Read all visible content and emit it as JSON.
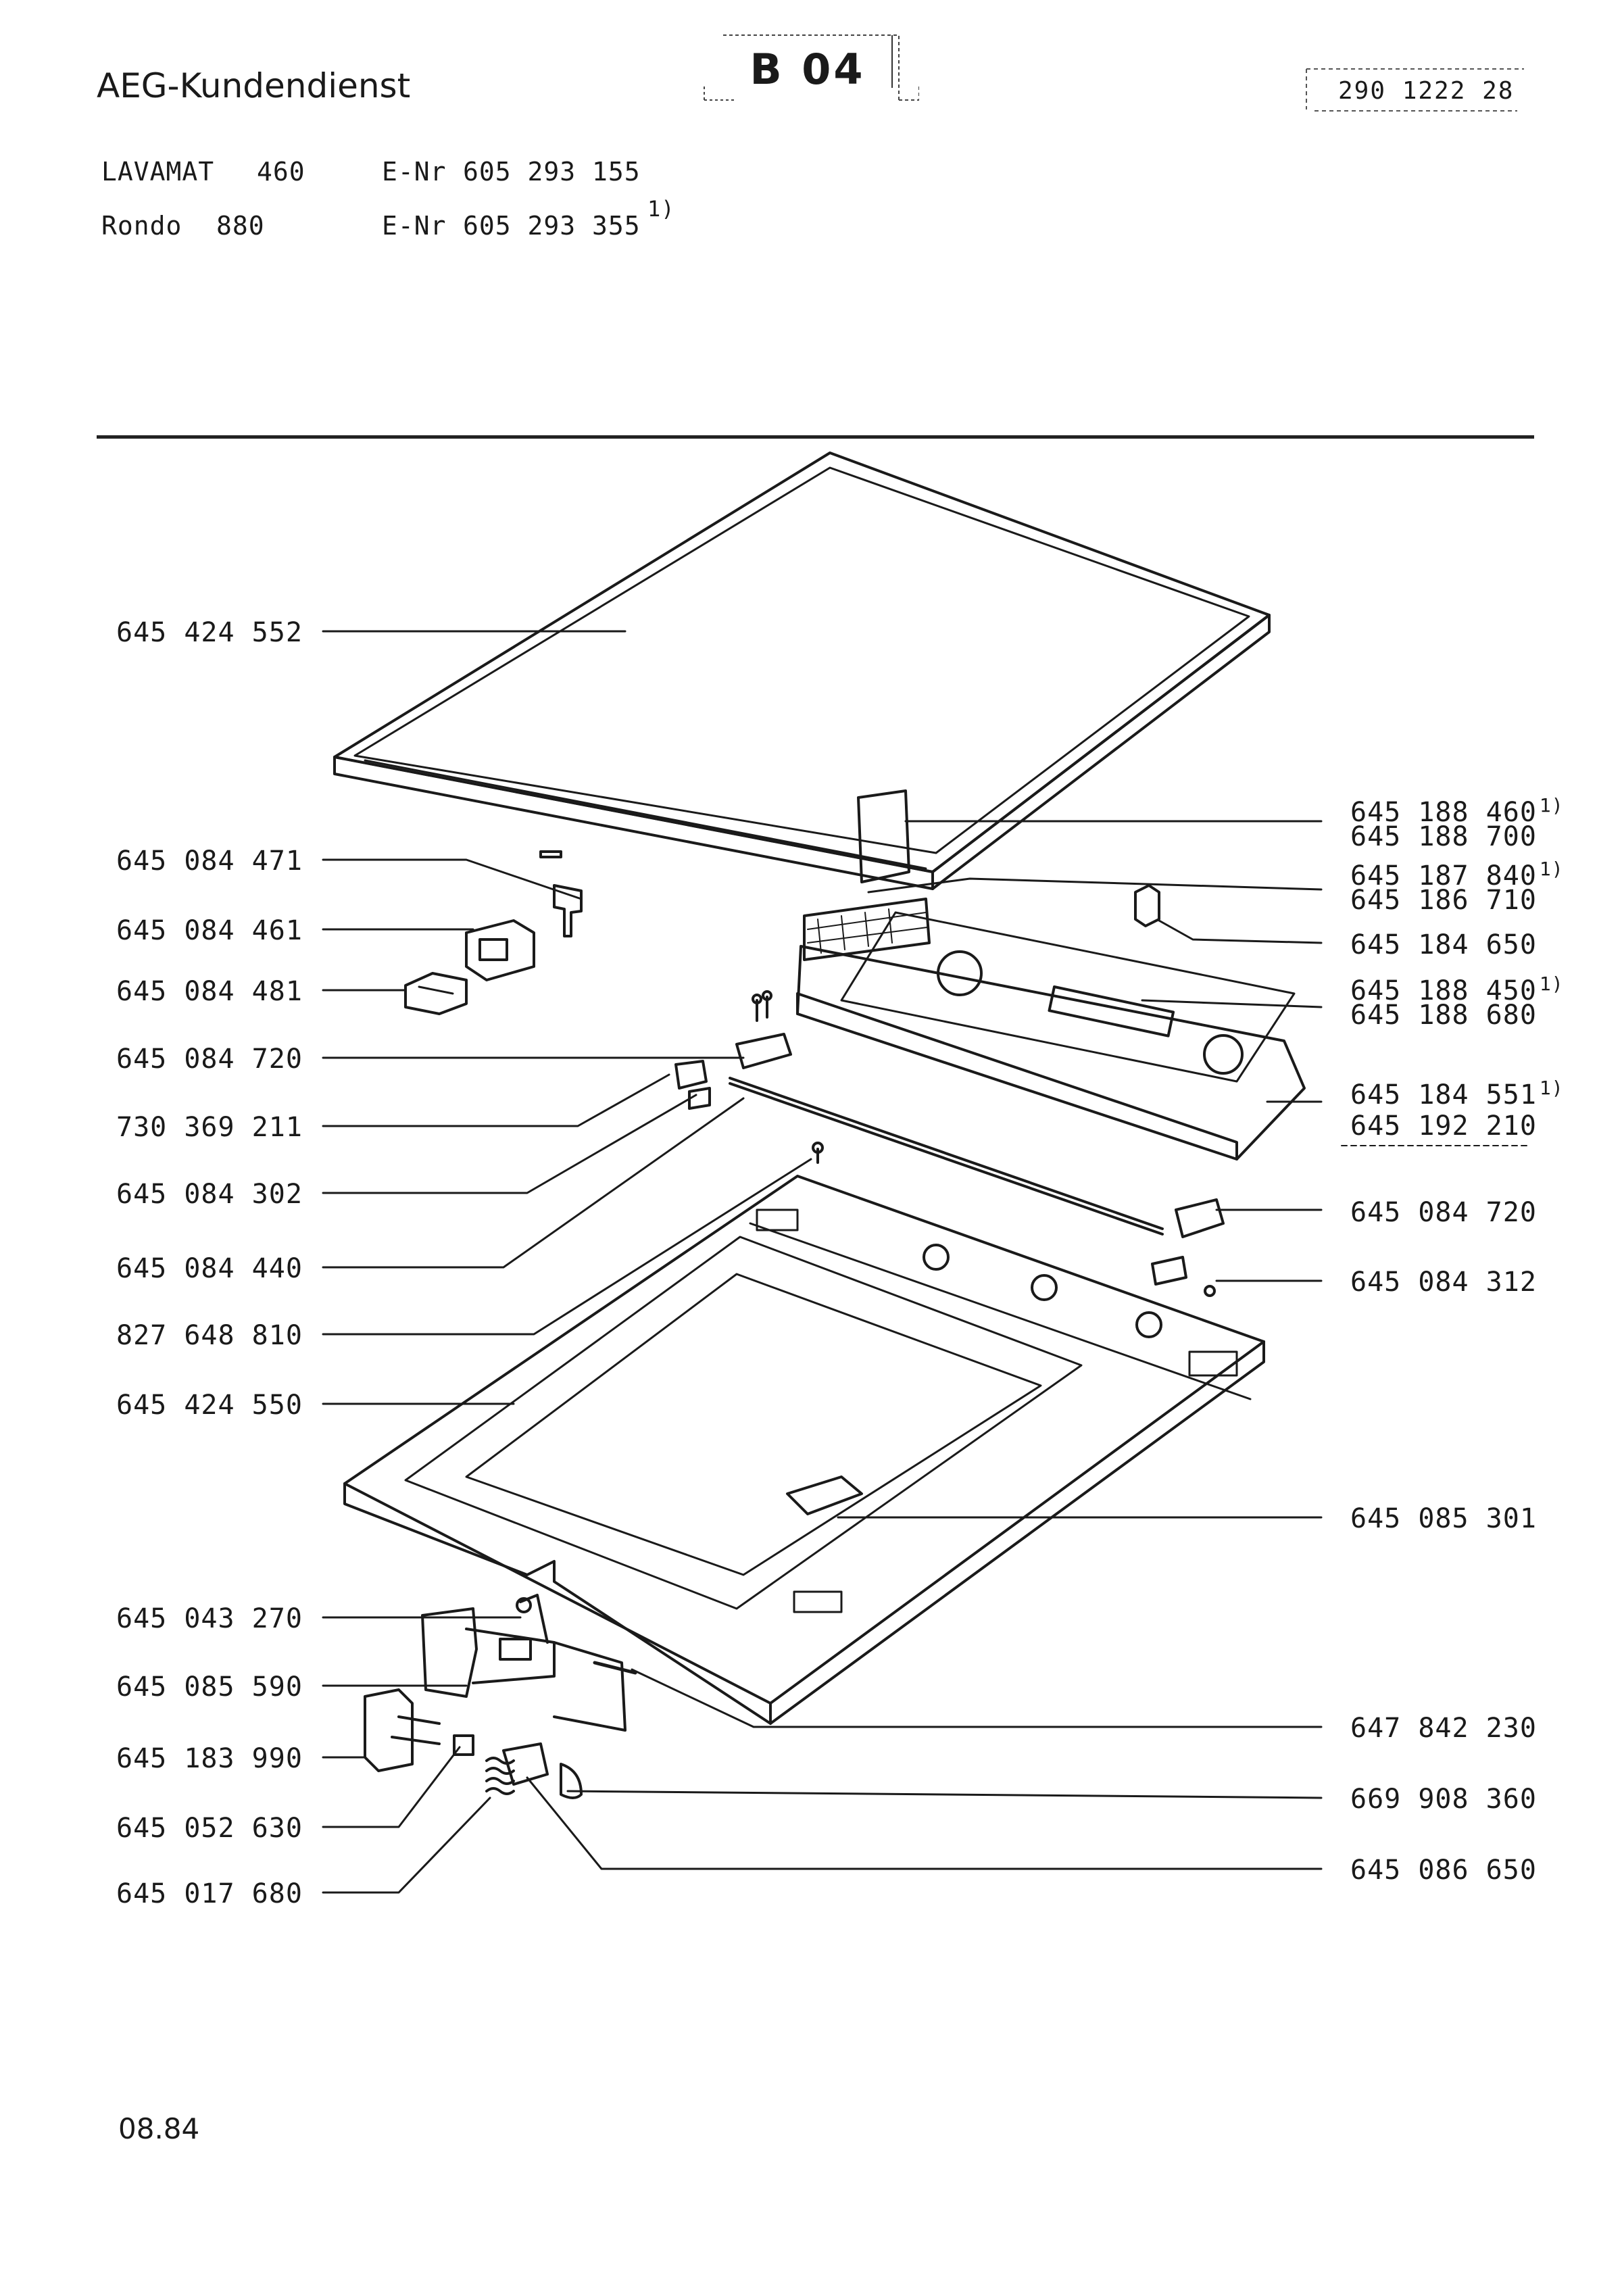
{
  "header": {
    "brand": "AEG-Kundendienst",
    "section_code": "B 04",
    "document_number": "290 1222 28"
  },
  "models": [
    {
      "name": "LAVAMAT",
      "number": "460",
      "enr_label": "E-Nr",
      "enr": "605 293 155",
      "note": ""
    },
    {
      "name": "Rondo",
      "number": "880",
      "enr_label": "E-Nr",
      "enr": "605 293 355",
      "note": "1)"
    }
  ],
  "left_parts": [
    {
      "number": "645 424 552",
      "note": ""
    },
    {
      "number": "645 084 471",
      "note": ""
    },
    {
      "number": "645 084 461",
      "note": ""
    },
    {
      "number": "645 084 481",
      "note": ""
    },
    {
      "number": "645 084 720",
      "note": ""
    },
    {
      "number": "730 369 211",
      "note": ""
    },
    {
      "number": "645 084 302",
      "note": ""
    },
    {
      "number": "645 084 440",
      "note": ""
    },
    {
      "number": "827 648 810",
      "note": ""
    },
    {
      "number": "645 424 550",
      "note": ""
    },
    {
      "number": "645 043 270",
      "note": ""
    },
    {
      "number": "645 085 590",
      "note": ""
    },
    {
      "number": "645 183 990",
      "note": ""
    },
    {
      "number": "645 052 630",
      "note": ""
    },
    {
      "number": "645 017 680",
      "note": ""
    }
  ],
  "right_parts": [
    {
      "number": "645 188 460",
      "note": "1)"
    },
    {
      "number": "645 188 700",
      "note": ""
    },
    {
      "number": "645 187 840",
      "note": "1)"
    },
    {
      "number": "645 186 710",
      "note": ""
    },
    {
      "number": "645 184 650",
      "note": ""
    },
    {
      "number": "645 188 450",
      "note": "1)"
    },
    {
      "number": "645 188 680",
      "note": ""
    },
    {
      "number": "645 184 551",
      "note": "1)"
    },
    {
      "number": "645 192 210",
      "note": ""
    },
    {
      "number": "645 084 720",
      "note": ""
    },
    {
      "number": "645 084 312",
      "note": ""
    },
    {
      "number": "645 085 301",
      "note": ""
    },
    {
      "number": "647 842 230",
      "note": ""
    },
    {
      "number": "669 908 360",
      "note": ""
    },
    {
      "number": "645 086 650",
      "note": ""
    }
  ],
  "footer": {
    "date": "08.84"
  },
  "colors": {
    "ink": "#1a1a1a",
    "paper": "#ffffff"
  }
}
